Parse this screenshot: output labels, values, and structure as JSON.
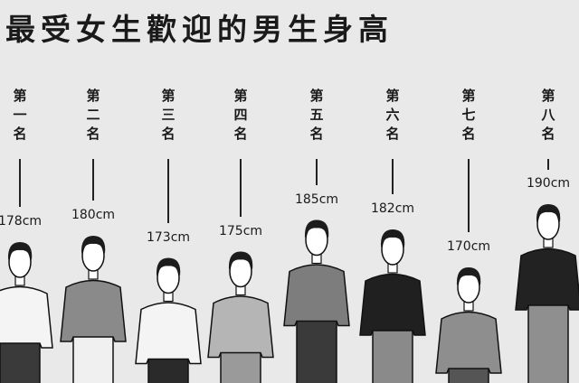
{
  "title": "最受女生歡迎的男生身高",
  "rankings": [
    {
      "rank_chars": [
        "第",
        "一",
        "名"
      ],
      "height": "178cm",
      "value": 178,
      "shirt": "#f4f4f4",
      "pants": "#3a3a3a"
    },
    {
      "rank_chars": [
        "第",
        "二",
        "名"
      ],
      "height": "180cm",
      "value": 180,
      "shirt": "#8a8a8a",
      "pants": "#f0f0f0"
    },
    {
      "rank_chars": [
        "第",
        "三",
        "名"
      ],
      "height": "173cm",
      "value": 173,
      "shirt": "#f4f4f4",
      "pants": "#2a2a2a"
    },
    {
      "rank_chars": [
        "第",
        "四",
        "名"
      ],
      "height": "175cm",
      "value": 175,
      "shirt": "#b5b5b5",
      "pants": "#9a9a9a"
    },
    {
      "rank_chars": [
        "第",
        "五",
        "名"
      ],
      "height": "185cm",
      "value": 185,
      "shirt": "#7d7d7d",
      "pants": "#3a3a3a"
    },
    {
      "rank_chars": [
        "第",
        "六",
        "名"
      ],
      "height": "182cm",
      "value": 182,
      "shirt": "#202020",
      "pants": "#8a8a8a"
    },
    {
      "rank_chars": [
        "第",
        "七",
        "名"
      ],
      "height": "170cm",
      "value": 170,
      "shirt": "#8e8e8e",
      "pants": "#555555"
    },
    {
      "rank_chars": [
        "第",
        "八",
        "名"
      ],
      "height": "190cm",
      "value": 190,
      "shirt": "#222222",
      "pants": "#8f8f8f"
    }
  ]
}
